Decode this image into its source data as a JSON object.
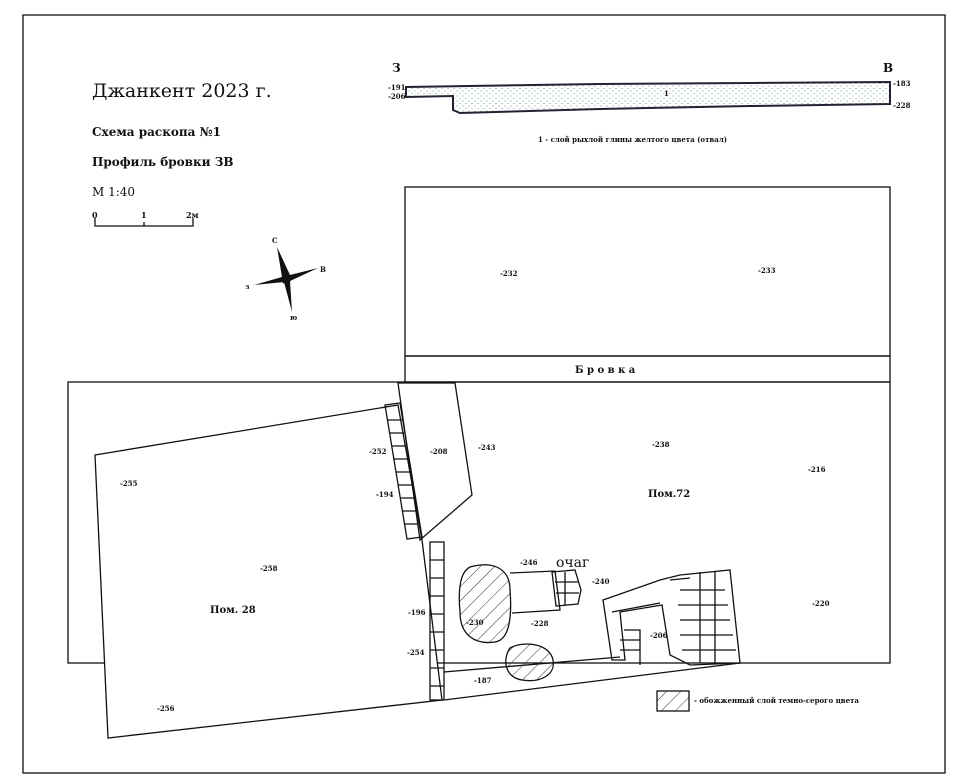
{
  "title": "Джанкент 2023 г.",
  "subtitle1": "Схема раскопа №1",
  "subtitle2": "Профиль  бровки ЗВ",
  "scale": {
    "label": "М 1:40",
    "ticks": [
      "0",
      "1",
      "2м"
    ]
  },
  "compass": {
    "n": "С",
    "e": "В",
    "w": "з",
    "s": "ю"
  },
  "profile": {
    "west": "З",
    "east": "В",
    "elev_left_top": "-191",
    "elev_left_bottom": "-206",
    "elev_right_top": "-183",
    "elev_right_bottom": "-228",
    "layer_number": "1",
    "legend": "1 - слой рыхлой глины желтого цвета (отвал)"
  },
  "bank_label": "Б р о в к а",
  "elevations_upper": [
    "-232",
    "-233"
  ],
  "rooms": {
    "room28": "Пом. 28",
    "room72": "Пом.72",
    "hearth": "очаг"
  },
  "elevations": [
    "-255",
    "-252",
    "-208",
    "-243",
    "-238",
    "-216",
    "-194",
    "-258",
    "-246",
    "-240",
    "-196",
    "-230",
    "-228",
    "-206",
    "-220",
    "-254",
    "-187",
    "-256"
  ],
  "legend": {
    "burnt_layer": "- обожженный слой темно-серого цвета"
  },
  "colors": {
    "line": "#111111",
    "dots": "#4a7a7a"
  }
}
